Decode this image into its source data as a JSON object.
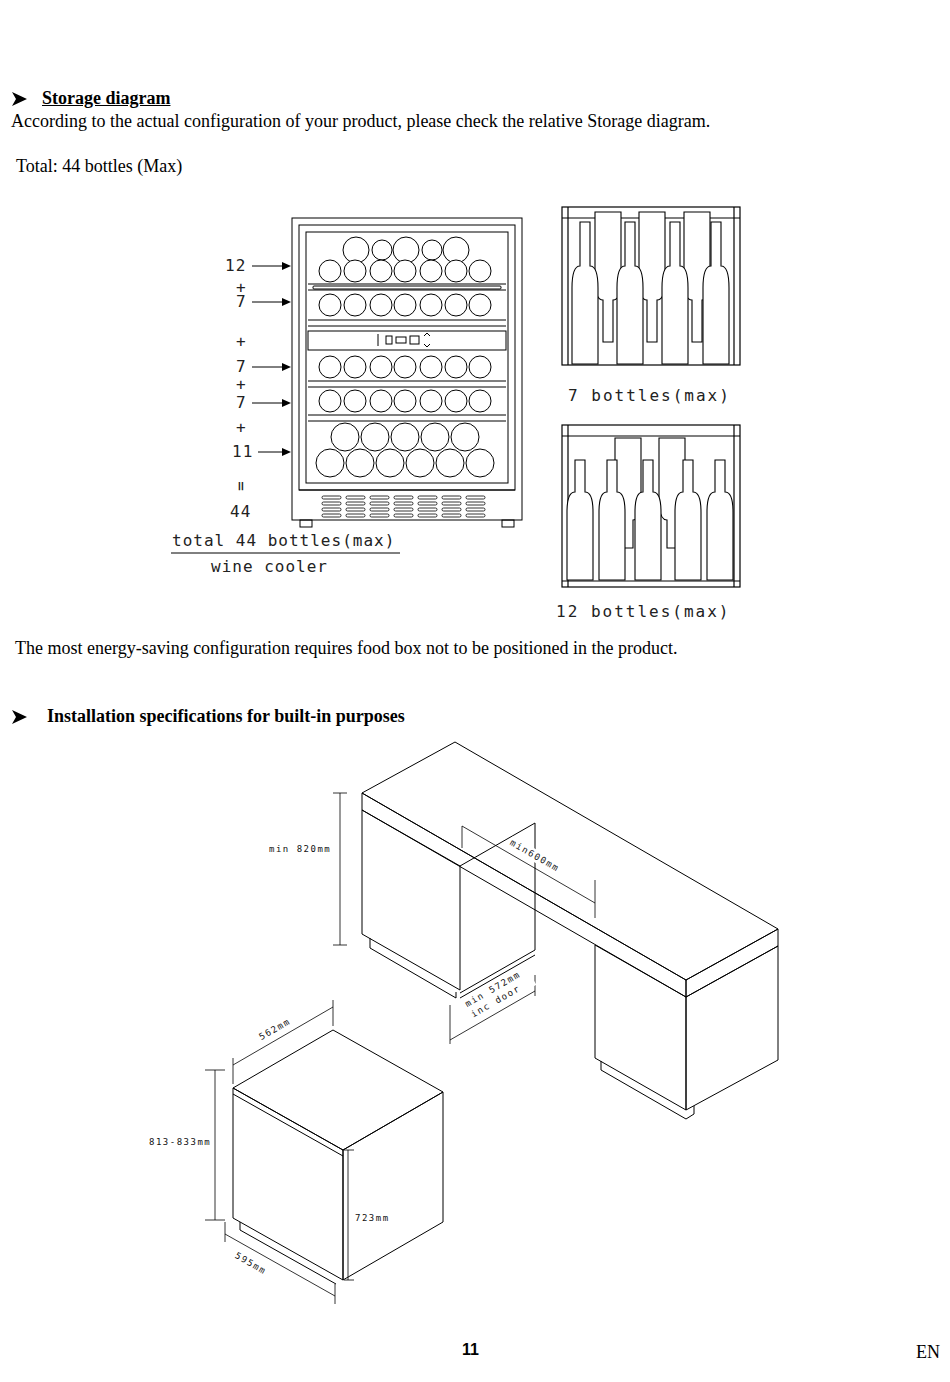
{
  "diagram": {
    "labels": [
      "Storage diagram",
      "According to the actual configuration of your product, please check the relative Storage diagram.",
      "Total: 44 bottles (Max)",
      "12",
      "+",
      "7",
      "+",
      "7",
      "+",
      "7",
      "+",
      "11",
      "=",
      "44",
      "total 44 bottles(max)",
      "wine cooler",
      "7 bottles(max)",
      "12 bottles(max)",
      "The most energy-saving configuration requires food box not to be positioned in the product.",
      "Installation specifications for built-in purposes",
      "min 820mm",
      "min600mm",
      "min 572mm inc door",
      "562mm",
      "813-833mm",
      "723mm",
      "595mm",
      "11",
      "EN"
    ]
  }
}
